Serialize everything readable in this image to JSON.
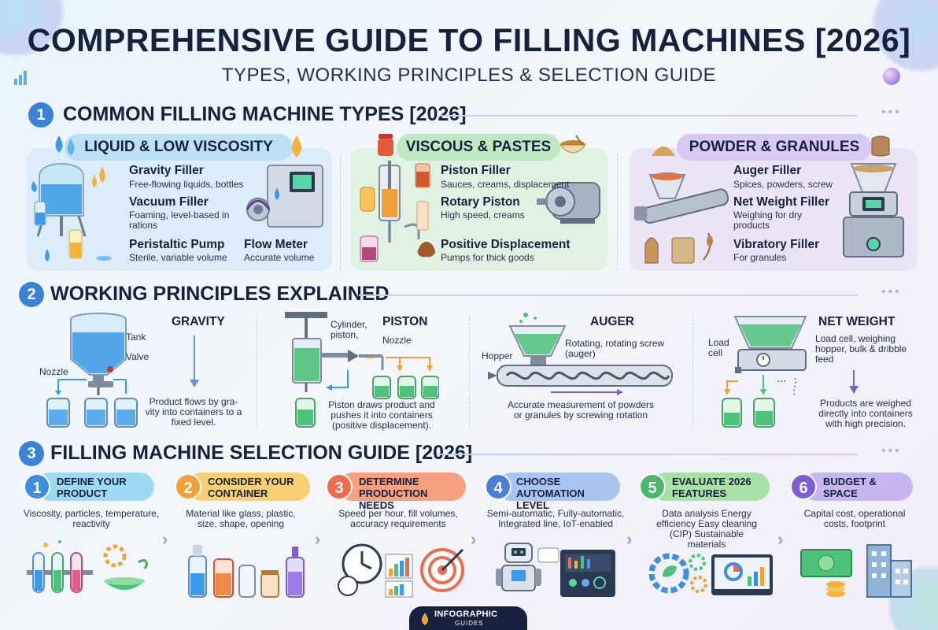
{
  "header": {
    "title": "COMPREHENSIVE GUIDE TO FILLING MACHINES [2026]",
    "subtitle": "TYPES, WORKING PRINCIPLES & SELECTION GUIDE"
  },
  "sections": {
    "s1": {
      "num": "1",
      "title": "COMMON FILLING MACHINE TYPES [2026]"
    },
    "s2": {
      "num": "2",
      "title": "WORKING PRINCIPLES EXPLAINED"
    },
    "s3": {
      "num": "3",
      "title": "FILLING MACHINE SELECTION GUIDE [2026]"
    }
  },
  "types": {
    "liquid": {
      "heading": "LIQUID & LOW VISCOSITY",
      "machines": [
        {
          "name": "Gravity Filler",
          "desc": "Free-flowing liquids, bottles"
        },
        {
          "name": "Vacuum Filler",
          "desc": "Foaming, level-based in rations"
        },
        {
          "name": "Peristaltic Pump",
          "desc": "Sterile, variable volume"
        },
        {
          "name": "Flow Meter",
          "desc": "Accurate volume"
        }
      ]
    },
    "viscous": {
      "heading": "VISCOUS & PASTES",
      "machines": [
        {
          "name": "Piston Filler",
          "desc": "Sauces, creams, displacement"
        },
        {
          "name": "Rotary Piston",
          "desc": "High speed, creams"
        },
        {
          "name": "Positive Displacement",
          "desc": "Pumps for thick goods"
        }
      ]
    },
    "powder": {
      "heading": "POWDER & GRANULES",
      "machines": [
        {
          "name": "Auger Filler",
          "desc": "Spices, powders, screw"
        },
        {
          "name": "Net Weight Filler",
          "desc": "Weighing for dry products"
        },
        {
          "name": "Vibratory Filler",
          "desc": "For granules"
        }
      ]
    }
  },
  "principles": {
    "gravity": {
      "title": "GRAVITY",
      "labels": {
        "tank": "Tank",
        "valve": "Valve",
        "nozzle": "Nozzle"
      },
      "desc": "Product flows by gra-vity into containers to a fixed level."
    },
    "piston": {
      "title": "PISTON",
      "labels": {
        "cylinder": "Cylinder, piston,",
        "nozzle": "Nozzle"
      },
      "desc": "Piston draws product and pushes it into containers (positive displacement)."
    },
    "auger": {
      "title": "AUGER",
      "labels": {
        "hopper": "Hopper",
        "screw": "Rotating, rotating screw (auger)"
      },
      "desc": "Accurate measurement of powders or granules by screwing rotation"
    },
    "netweight": {
      "title": "NET WEIGHT",
      "labels": {
        "loadcell": "Load cell",
        "hopper": "Load cell, weighing hopper, bulk & dribble feed"
      },
      "desc": "Products are weighed directly into containers with high precision."
    }
  },
  "steps": [
    {
      "num": "1",
      "title": "DEFINE YOUR PRODUCT",
      "desc": "Viscosity, particles, temperature, reactivity",
      "color": "#3d8ee0",
      "bar": "#9fd8f2"
    },
    {
      "num": "2",
      "title": "CONSIDER YOUR CONTAINER",
      "desc": "Material like glass, plastic, size, shape, opening",
      "color": "#f2a03a",
      "bar": "#f8cf72"
    },
    {
      "num": "3",
      "title": "DETERMINE PRODUCTION NEEDS",
      "desc": "Speed per hour, fill volumes, accuracy requirements",
      "color": "#ef6b4e",
      "bar": "#f6a07f"
    },
    {
      "num": "4",
      "title": "CHOOSE AUTOMATION LEVEL",
      "desc": "Semi-automatic, Fully-automatic, Integrated line, IoT-enabled",
      "color": "#4c7ed8",
      "bar": "#a9c4f0"
    },
    {
      "num": "5",
      "title": "EVALUATE 2026 FEATURES",
      "desc": "Data analysis Energy efficiency Easy cleaning (CIP) Sustainable materials",
      "color": "#49b86c",
      "bar": "#a8e0a6"
    },
    {
      "num": "6",
      "title": "BUDGET & SPACE",
      "desc": "Capital cost, operational costs, footprint",
      "color": "#7d5fd0",
      "bar": "#c7b5ef"
    }
  ],
  "logo": {
    "line1": "INFOGRAPHIC",
    "line2": "GUIDES"
  },
  "colors": {
    "accent": "#3b82d6",
    "liquid_panel": "#dcecf8",
    "viscous_panel": "#e0f3e2",
    "powder_panel": "#ebe4f6"
  }
}
